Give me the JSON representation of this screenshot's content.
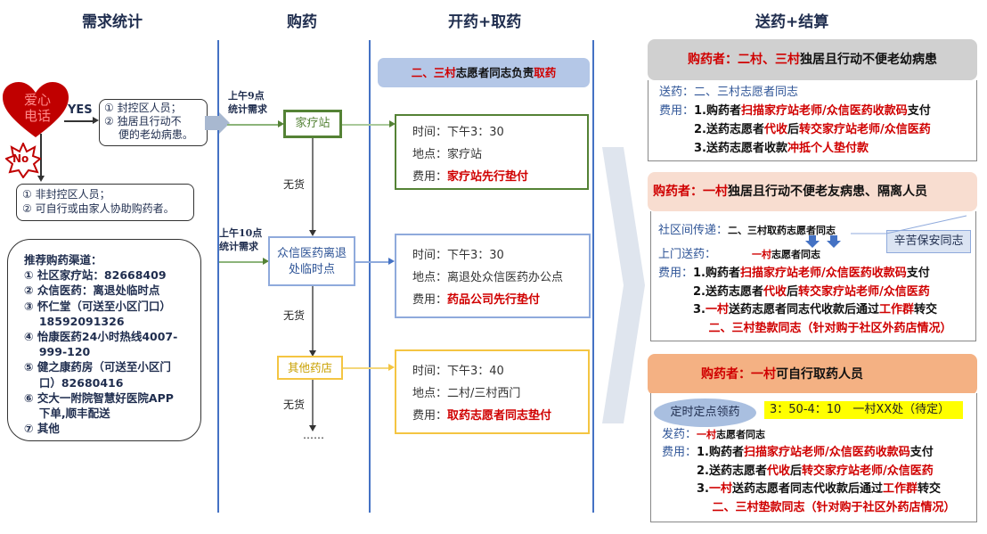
{
  "headers": [
    "需求统计",
    "购药",
    "开药+取药",
    "送药+结算"
  ],
  "left": {
    "heart": "爱心\n电话",
    "yes": "YES",
    "no": "No",
    "yes_box": [
      "① 封控区人员；",
      "② 独居且行动不",
      "　 便的老幼病患。"
    ],
    "no_box": [
      "① 非封控区人员；",
      "② 可自行或由家人协助购药者。"
    ],
    "channels_title": "推荐购药渠道：",
    "channels": [
      "① 社区家疗站：82668409",
      "② 众信医药：离退处临时点",
      "③ 怀仁堂（可送至小区门口）",
      "　 18592091326",
      "④ 怡康医药24小时热线4007-",
      "　 999-120",
      "⑤ 健之康药房（可送至小区门",
      "　 口）82680416",
      "⑥ 交大一附院智慧好医院APP",
      "　 下单,顺丰配送",
      "⑦ 其他"
    ]
  },
  "buy": {
    "time1": "上午9点\n统计需求",
    "time2": "上午10点\n统计需求",
    "store1": "家疗站",
    "store2": "众信医药离退处临时点",
    "store3": "其他药店",
    "no_stock": "无货",
    "more": "……"
  },
  "pickup": {
    "banner": [
      {
        "t": "二、三村",
        "r": 1
      },
      {
        "t": "志愿者同志负责",
        "r": 0
      },
      {
        "t": "取药",
        "r": 1
      }
    ],
    "cards": [
      {
        "time": "时间：下午3：30",
        "place": "地点：家疗站",
        "fee_label": "费用：",
        "fee": "家疗站先行垫付"
      },
      {
        "time": "时间：下午3：30",
        "place": "地点：离退处众信医药办公点",
        "fee_label": "费用：",
        "fee": "药品公司先行垫付"
      },
      {
        "time": "时间：下午3：40",
        "place": "地点：二村/三村西门",
        "fee_label": "费用：",
        "fee": "取药志愿者同志垫付"
      }
    ]
  },
  "settle": {
    "p1": {
      "head": [
        {
          "t": "购药者：二村、三村",
          "r": 1
        },
        {
          "t": "独居且行动不便老幼病患",
          "r": 0
        }
      ],
      "lines": [
        [
          {
            "t": "送药：二、三村志愿者同志",
            "r": 2
          }
        ],
        [
          {
            "t": "费用：",
            "r": 2
          },
          {
            "t": "1.购药者",
            "r": 0
          },
          {
            "t": "扫描家疗站老师/众信医药收款码",
            "r": 1
          },
          {
            "t": "支付",
            "r": 0
          }
        ],
        [
          {
            "t": "　　　2.送药志愿者",
            "r": 0
          },
          {
            "t": "代收",
            "r": 1
          },
          {
            "t": "后",
            "r": 0
          },
          {
            "t": "转交家疗站老师/众信医药",
            "r": 1
          }
        ],
        [
          {
            "t": "　　　3.送药志愿者收款",
            "r": 0
          },
          {
            "t": "冲抵个人垫付款",
            "r": 1
          }
        ]
      ]
    },
    "p2": {
      "head": [
        {
          "t": "购药者：一村",
          "r": 1
        },
        {
          "t": "独居且行动不便老友病患、隔离人员",
          "r": 0
        }
      ],
      "relay_label": "社区间传递：",
      "relay": "二、三村取药志愿者同志",
      "door_label": "上门送药：",
      "door_red": "一村",
      "door": "志愿者同志",
      "callout": "辛苦保安同志",
      "lines": [
        [
          {
            "t": "费用：",
            "r": 2
          },
          {
            "t": "1.购药者",
            "r": 0
          },
          {
            "t": "扫描家疗站老师/众信医药收款码",
            "r": 1
          },
          {
            "t": "支付",
            "r": 0
          }
        ],
        [
          {
            "t": "　　　2.送药志愿者",
            "r": 0
          },
          {
            "t": "代收",
            "r": 1
          },
          {
            "t": "后",
            "r": 0
          },
          {
            "t": "转交家疗站老师/众信医药",
            "r": 1
          }
        ],
        [
          {
            "t": "　　　3.",
            "r": 0
          },
          {
            "t": "一村",
            "r": 1
          },
          {
            "t": "送药志愿者同志代收款后通过",
            "r": 0
          },
          {
            "t": "工作群",
            "r": 1
          },
          {
            "t": "转交",
            "r": 0
          }
        ],
        [
          {
            "t": "　　　　 二、三村垫款同志（针对购于社区外药店情况）",
            "r": 1
          }
        ]
      ]
    },
    "p3": {
      "head": [
        {
          "t": "购药者：一村",
          "r": 1
        },
        {
          "t": "可自行取药人员",
          "r": 0
        }
      ],
      "pill": "定时定点领药",
      "slot": "3：50-4：10　一村XX处（待定）",
      "give_label": "发药：",
      "give_red": "一村",
      "give": "志愿者同志",
      "lines": [
        [
          {
            "t": "费用：",
            "r": 2
          },
          {
            "t": "1.购药者",
            "r": 0
          },
          {
            "t": "扫描家疗站老师/众信医药收款码",
            "r": 1
          },
          {
            "t": "支付",
            "r": 0
          }
        ],
        [
          {
            "t": "　　　2.送药志愿者",
            "r": 0
          },
          {
            "t": "代收",
            "r": 1
          },
          {
            "t": "后",
            "r": 0
          },
          {
            "t": "转交家疗站老师/众信医药",
            "r": 1
          }
        ],
        [
          {
            "t": "　　　3.",
            "r": 0
          },
          {
            "t": "一村",
            "r": 1
          },
          {
            "t": "送药志愿者同志代收款后通过",
            "r": 0
          },
          {
            "t": "工作群",
            "r": 1
          },
          {
            "t": "转交",
            "r": 0
          }
        ],
        [
          {
            "t": "　　　　 二、三村垫款同志（针对购于社区外药店情况）",
            "r": 1
          }
        ]
      ]
    }
  },
  "colors": {
    "blue": "#4472c4",
    "green": "#548235",
    "gold": "#f4c542",
    "red": "#d00000"
  }
}
